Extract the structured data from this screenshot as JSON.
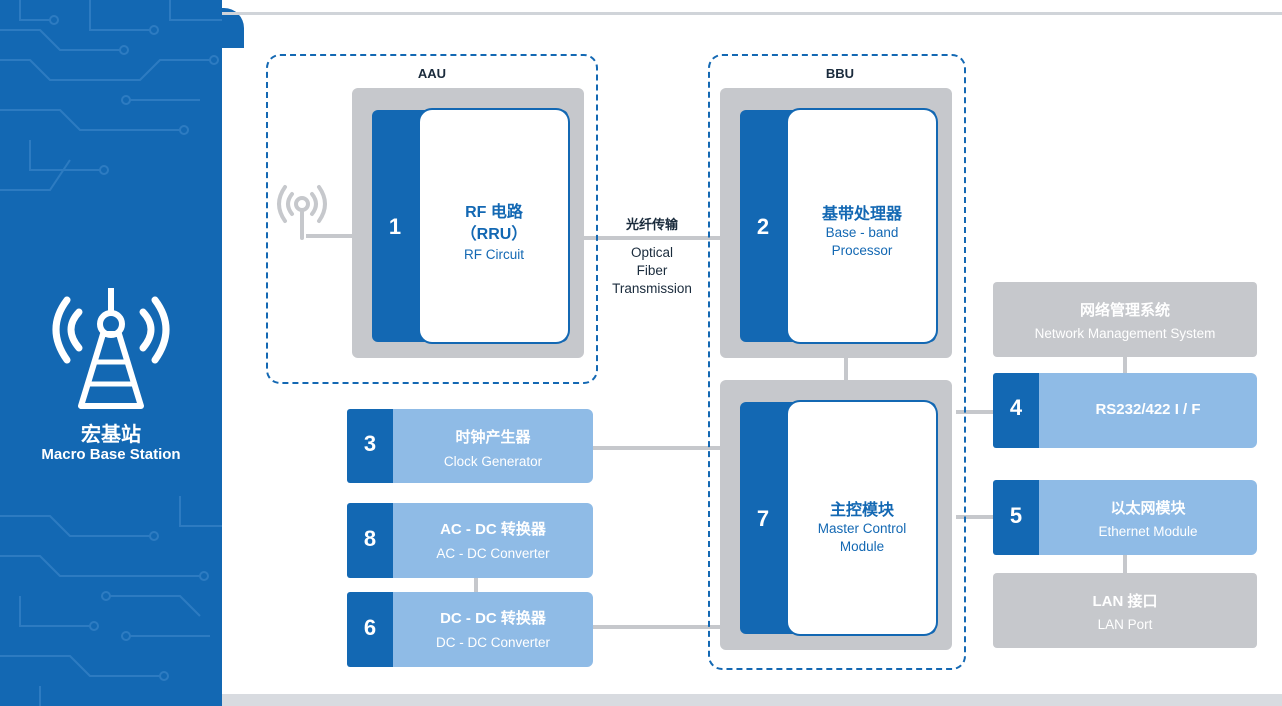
{
  "sidebar": {
    "title_cn": "宏基站",
    "title_en": "Macro Base Station",
    "icon": "radio-tower-icon",
    "bg_color": "#1368b3"
  },
  "groups": {
    "aau": "AAU",
    "bbu": "BBU"
  },
  "modules": {
    "rf": {
      "num": "1",
      "title_cn": "RF 电路",
      "title_paren": "（RRU）",
      "title_en": "RF Circuit"
    },
    "baseband": {
      "num": "2",
      "title_cn": "基带处理器",
      "title_en_1": "Base - band",
      "title_en_2": "Processor"
    },
    "clock": {
      "num": "3",
      "title_cn": "时钟产生器",
      "title_en": "Clock Generator"
    },
    "rs232": {
      "num": "4",
      "title": "RS232/422 I / F"
    },
    "ethernet": {
      "num": "5",
      "title_cn": "以太网模块",
      "title_en": "Ethernet Module"
    },
    "dcdc": {
      "num": "6",
      "title_cn": "DC - DC 转换器",
      "title_en": "DC - DC Converter"
    },
    "master": {
      "num": "7",
      "title_cn": "主控模块",
      "title_en_1": "Master Control",
      "title_en_2": "Module"
    },
    "acdc": {
      "num": "8",
      "title_cn": "AC - DC 转换器",
      "title_en": "AC - DC Converter"
    },
    "nms": {
      "title_cn": "网络管理系统",
      "title_en": "Network Management System"
    },
    "lan": {
      "title_cn": "LAN 接口",
      "title_en": "LAN Port"
    }
  },
  "links": {
    "fiber_cn": "光纤传输",
    "fiber_en_1": "Optical",
    "fiber_en_2": "Fiber",
    "fiber_en_3": "Transmission"
  },
  "colors": {
    "accent_blue": "#1368b3",
    "light_blue": "#8fbbe6",
    "grey": "#c6c8cc"
  }
}
